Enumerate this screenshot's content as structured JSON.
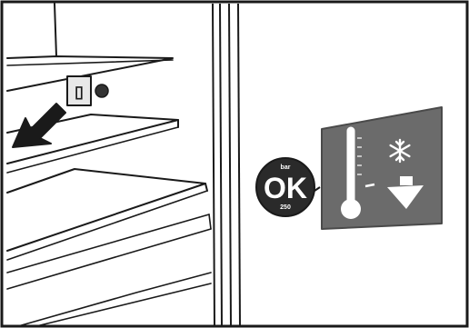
{
  "illustration": {
    "ok_badge": {
      "top_text": "bar",
      "main_text": "OK",
      "bottom_text": "250"
    },
    "panel_icons": [
      "thermometer-icon",
      "snowflake-icon",
      "down-arrow-icon"
    ],
    "arrow_icon": "pointing-arrow-icon",
    "colors": {
      "line": "#1a1a1a",
      "panel": "#6b6b6b",
      "badge": "#2a2a2a",
      "badge_text": "#ffffff",
      "background": "#ffffff"
    }
  }
}
